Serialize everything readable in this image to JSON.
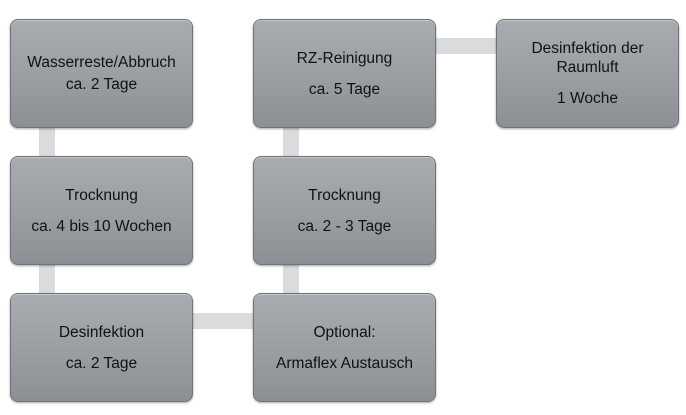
{
  "boxes": {
    "wasserreste": {
      "line1": "Wasserreste/Abbruch",
      "line2": "ca. 2 Tage"
    },
    "trocknung1": {
      "line1": "Trocknung",
      "line2": "ca. 4 bis 10 Wochen"
    },
    "desinfektion": {
      "line1": "Desinfektion",
      "line2": "ca. 2 Tage"
    },
    "optional": {
      "line1": "Optional:",
      "line2": "Armaflex Austausch"
    },
    "trocknung2": {
      "line1": "Trocknung",
      "line2": "ca. 2 - 3 Tage"
    },
    "rz_reinigung": {
      "line1": "RZ-Reinigung",
      "line2": "ca. 5 Tage"
    },
    "raumluft": {
      "line1": "Desinfektion der",
      "line2": "Raumluft",
      "line3": "1 Woche"
    }
  },
  "colors": {
    "box_fill": "#9a9ea2",
    "box_border": "#6f7378",
    "connector": "#dadbdc",
    "text": "#111111"
  }
}
